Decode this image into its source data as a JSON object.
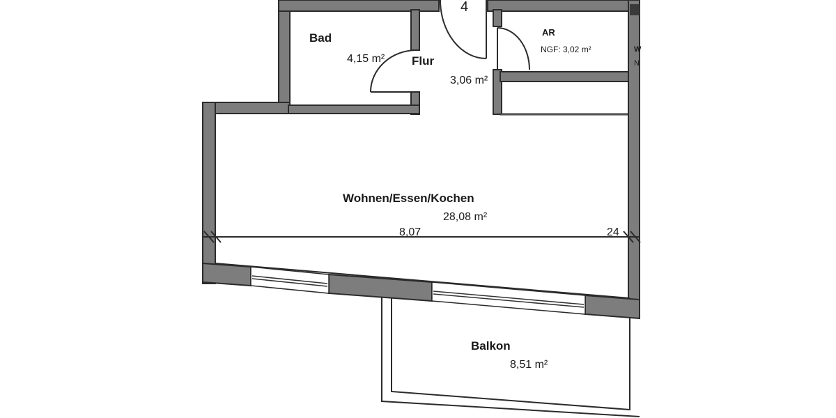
{
  "plan": {
    "unit_number": "4",
    "rooms": [
      {
        "id": "bad",
        "name": "Bad",
        "area": "4,15 m²"
      },
      {
        "id": "flur",
        "name": "Flur",
        "area": "3,06 m²"
      },
      {
        "id": "ar",
        "name": "AR",
        "area": "NGF: 3,02 m²"
      },
      {
        "id": "wohnen",
        "name": "Wohnen/Essen/Kochen",
        "area": "28,08 m²"
      },
      {
        "id": "balkon",
        "name": "Balkon",
        "area": "8,51 m²"
      }
    ],
    "dimensions": {
      "width_main": "8,07",
      "width_side": "24"
    },
    "cutoff_labels": {
      "top": "W",
      "bottom": "N"
    }
  }
}
